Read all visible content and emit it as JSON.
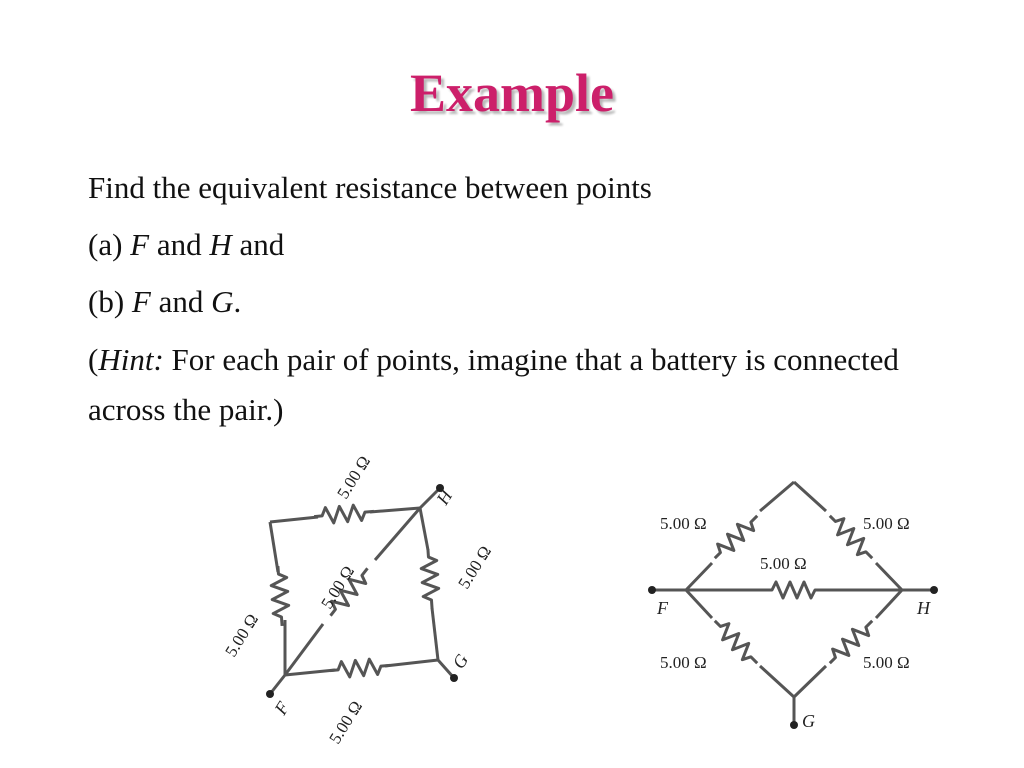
{
  "slide": {
    "title": "Example",
    "line1": "Find the equivalent resistance between points",
    "line2": {
      "prefix": "(a) ",
      "p1": "F",
      "mid": " and ",
      "p2": "H",
      "suffix": " and"
    },
    "line3": {
      "prefix": "(b) ",
      "p1": "F",
      "mid": " and ",
      "p2": "G",
      "suffix": "."
    },
    "hint": {
      "open": "(",
      "label": "Hint:",
      "text": " For each pair of points, imagine that a battery is connected across the pair.)"
    }
  },
  "colors": {
    "title": "#cc1f6a",
    "text": "#111111",
    "wire": "#555555"
  },
  "circuit_left": {
    "resistor_label": "5.00 Ω",
    "points": {
      "F": "F",
      "H": "H",
      "G": "G"
    }
  },
  "circuit_right": {
    "resistor_label": "5.00 Ω",
    "points": {
      "F": "F",
      "H": "H",
      "G": "G"
    }
  }
}
